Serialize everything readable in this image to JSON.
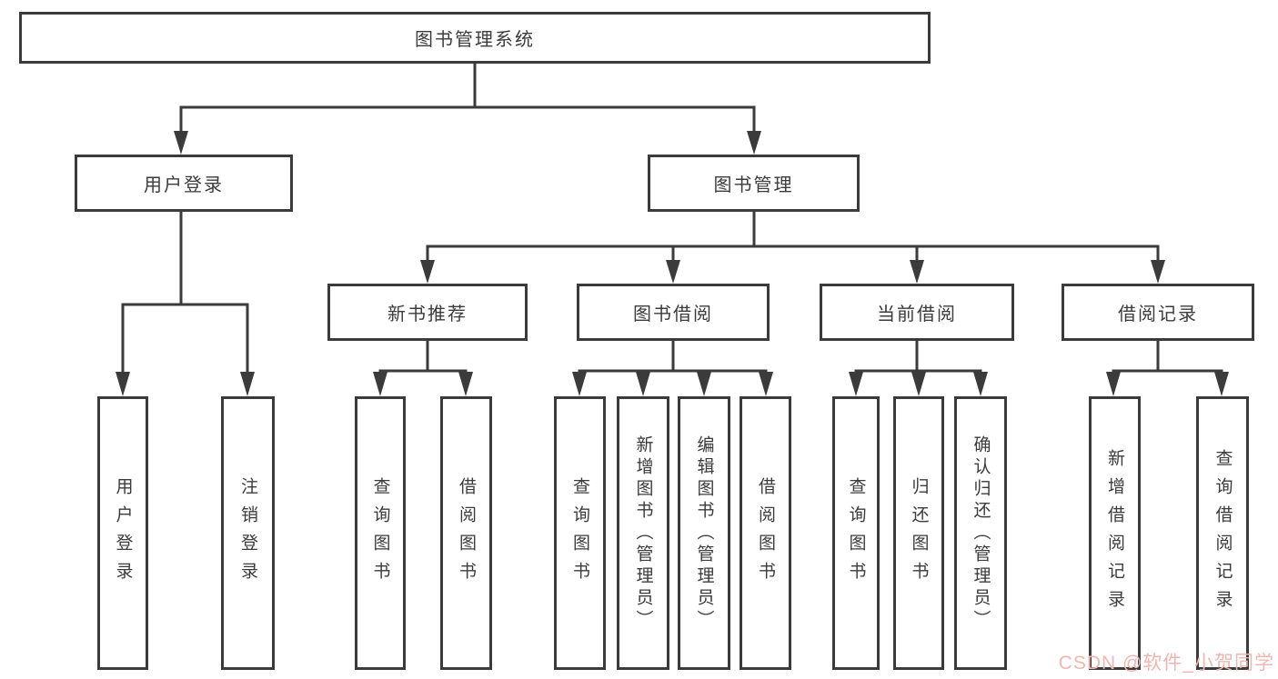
{
  "diagram": {
    "root": {
      "label": "图书管理系统"
    },
    "branches": {
      "user_login": {
        "label": "用户登录",
        "children": [
          {
            "label": "用户登录"
          },
          {
            "label": "注销登录"
          }
        ]
      },
      "book_management": {
        "label": "图书管理",
        "sections": [
          {
            "label": "新书推荐",
            "children": [
              {
                "label": "查询图书"
              },
              {
                "label": "借阅图书"
              }
            ]
          },
          {
            "label": "图书借阅",
            "children": [
              {
                "label": "查询图书"
              },
              {
                "label": "新增图书（管理员）"
              },
              {
                "label": "编辑图书（管理员）"
              },
              {
                "label": "借阅图书"
              }
            ]
          },
          {
            "label": "当前借阅",
            "children": [
              {
                "label": "查询图书"
              },
              {
                "label": "归还图书"
              },
              {
                "label": "确认归还（管理员）"
              }
            ]
          },
          {
            "label": "借阅记录",
            "children": [
              {
                "label": "新增借阅记录"
              },
              {
                "label": "查询借阅记录"
              }
            ]
          }
        ]
      }
    }
  },
  "watermark": {
    "text": "CSDN @软件_小贺同学"
  },
  "colors": {
    "line": "#3b3b3b",
    "box_border": "#3b3b3b",
    "text": "#3b3b3b",
    "watermark": "#f2b6b1",
    "background": "#ffffff"
  }
}
